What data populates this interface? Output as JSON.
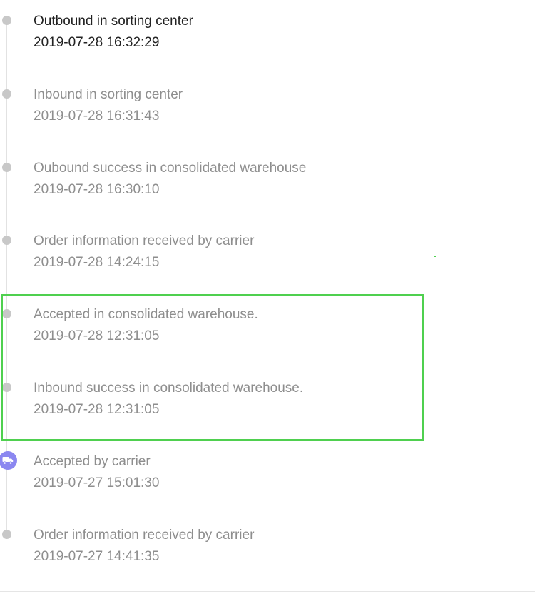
{
  "tracking": {
    "events": [
      {
        "title": "Outbound in sorting center",
        "time": "2019-07-28 16:32:29",
        "status": "current"
      },
      {
        "title": "Inbound in sorting center",
        "time": "2019-07-28 16:31:43",
        "status": "past"
      },
      {
        "title": "Oubound success in consolidated warehouse",
        "time": "2019-07-28 16:30:10",
        "status": "past"
      },
      {
        "title": "Order information received by carrier",
        "time": "2019-07-28 14:24:15",
        "status": "past"
      },
      {
        "title": "Accepted in consolidated warehouse.",
        "time": "2019-07-28 12:31:05",
        "status": "past"
      },
      {
        "title": "Inbound success in consolidated warehouse.",
        "time": "2019-07-28 12:31:05",
        "status": "past"
      },
      {
        "title": "Accepted by carrier",
        "time": "2019-07-27 15:01:30",
        "status": "past",
        "icon": "truck-icon"
      },
      {
        "title": "Order information received by carrier",
        "time": "2019-07-27 14:41:35",
        "status": "past"
      }
    ]
  },
  "colors": {
    "current_text": "#222222",
    "past_text": "#8e8e8e",
    "dot": "#c8c8c8",
    "timeline_line": "#e2e2e2",
    "carrier_badge": "#8b87f0",
    "highlight_border": "#4fd04f"
  }
}
